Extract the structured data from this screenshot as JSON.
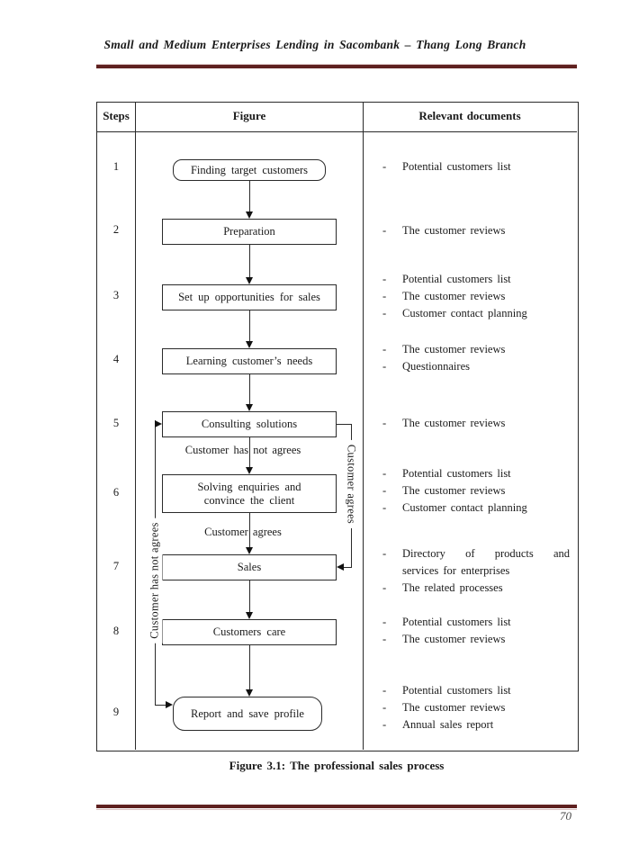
{
  "page": {
    "header_title": "Small and Medium Enterprises Lending in Sacombank – Thang Long Branch",
    "caption": "Figure 3.1: The professional sales process",
    "page_number": "70"
  },
  "table": {
    "bullet": "-",
    "columns": [
      "Steps",
      "Figure",
      "Relevant documents"
    ],
    "steps": [
      {
        "num": "1",
        "box": "Finding target customers",
        "docs": [
          "Potential customers list"
        ]
      },
      {
        "num": "2",
        "box": "Preparation",
        "docs": [
          "The customer reviews"
        ]
      },
      {
        "num": "3",
        "box": "Set up opportunities for sales",
        "docs": [
          "Potential customers list",
          "The customer reviews",
          "Customer contact planning"
        ]
      },
      {
        "num": "4",
        "box": "Learning customer’s needs",
        "docs": [
          "The customer reviews",
          "Questionnaires"
        ]
      },
      {
        "num": "5",
        "box": "Consulting solutions",
        "docs": [
          "The customer reviews"
        ]
      },
      {
        "num": "6",
        "box": "Solving enquiries and convince the client",
        "docs": [
          "Potential customers list",
          "The customer reviews",
          "Customer contact planning"
        ]
      },
      {
        "num": "7",
        "box": "Sales",
        "docs": [
          "Directory of products and services for enterprises",
          "The related processes"
        ]
      },
      {
        "num": "8",
        "box": "Customers care",
        "docs": [
          "Potential customers list",
          "The customer reviews"
        ]
      },
      {
        "num": "9",
        "box": "Report and save profile",
        "docs": [
          "Potential customers list",
          "The customer reviews",
          "Annual sales report"
        ]
      }
    ],
    "flow_labels": {
      "not_agree_mid": "Customer has not agrees",
      "agree_mid": "Customer agrees",
      "agree_right": "Customer agrees",
      "not_agree_left": "Customer has not agrees"
    }
  },
  "colors": {
    "rule_dark": "#5f2120",
    "rule_light": "#d9c1c1"
  }
}
